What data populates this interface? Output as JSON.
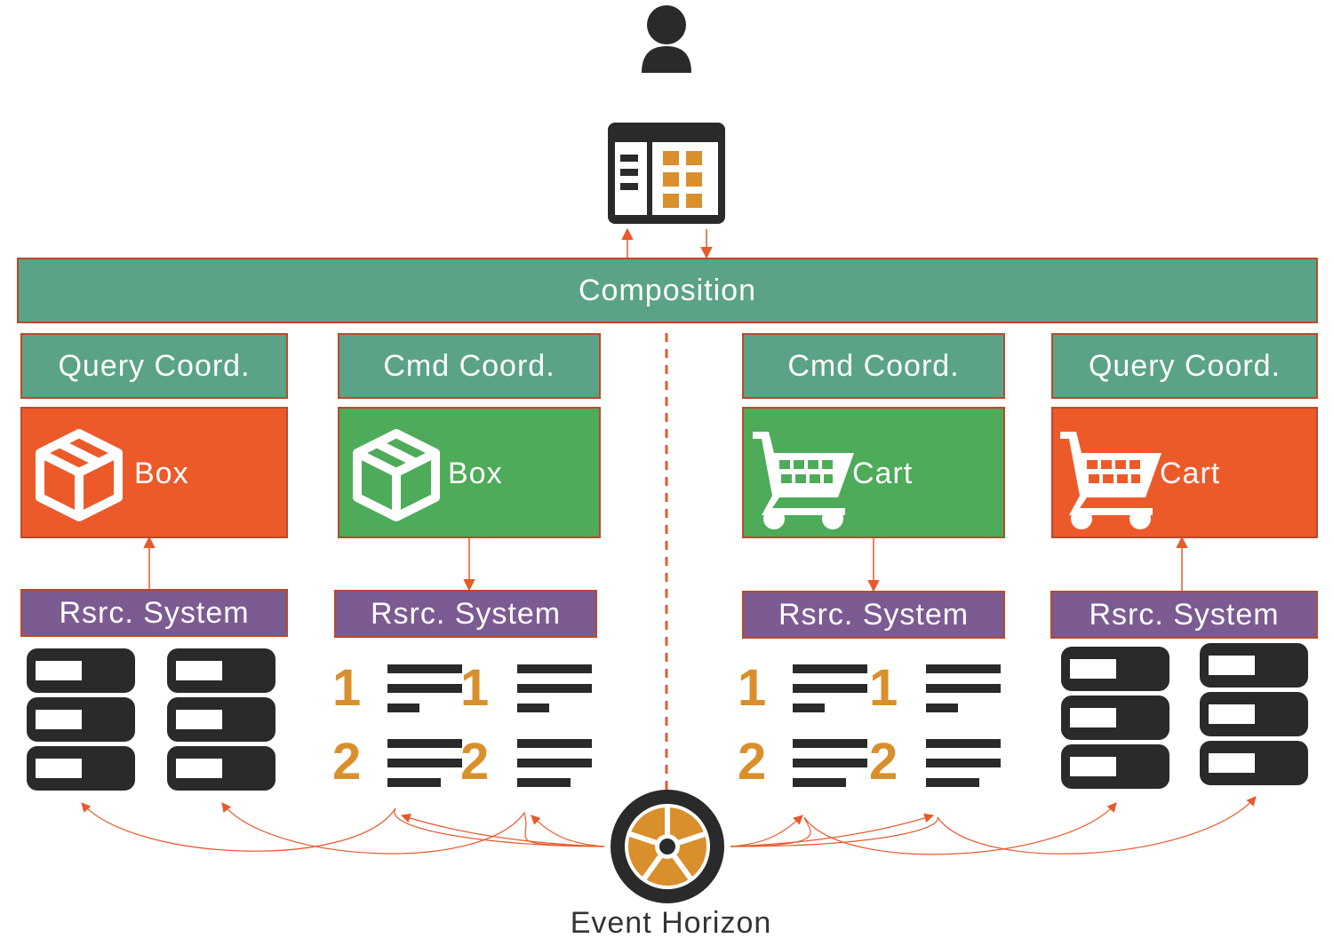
{
  "composition": {
    "label": "Composition"
  },
  "columns": [
    {
      "coord": "Query Coord.",
      "domain": "Box",
      "rsrc": "Rsrc. System",
      "domain_color": "#ed5a2a",
      "icon": "box-icon",
      "storage": "database-icon"
    },
    {
      "coord": "Cmd Coord.",
      "domain": "Box",
      "rsrc": "Rsrc. System",
      "domain_color": "#4dab5a",
      "icon": "box-icon",
      "storage": "event-log-icon"
    },
    {
      "coord": "Cmd Coord.",
      "domain": "Cart",
      "rsrc": "Rsrc. System",
      "domain_color": "#4dab5a",
      "icon": "cart-icon",
      "storage": "event-log-icon"
    },
    {
      "coord": "Query Coord.",
      "domain": "Cart",
      "rsrc": "Rsrc. System",
      "domain_color": "#ed5a2a",
      "icon": "cart-icon",
      "storage": "database-icon"
    }
  ],
  "event_log": {
    "numbers": [
      "1",
      "2"
    ]
  },
  "event_horizon": {
    "label": "Event Horizon"
  },
  "colors": {
    "teal": "#5ba386",
    "orange": "#ed5a2a",
    "green": "#4dab5a",
    "purple": "#7c5a92",
    "arrow": "#e8592b",
    "gold": "#d98f2b",
    "dark": "#2a2a2a"
  }
}
